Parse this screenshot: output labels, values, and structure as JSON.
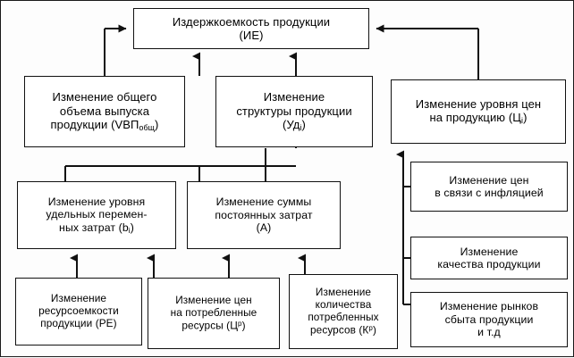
{
  "diagram": {
    "title": "Издержкоемкость продукции (ИЕ)",
    "type": "factor-tree",
    "nodes": {
      "top": {
        "id": "costs-intensity",
        "line1": "Издержкоемкость продукции",
        "line2": "(ИЕ)"
      },
      "volume": {
        "id": "output-volume-change",
        "line1": "Изменение общего",
        "line2": "объема выпуска",
        "line3_pre": "продукции (VBП",
        "line3_sub": "общ",
        "line3_post": ")"
      },
      "structure": {
        "id": "product-structure-change",
        "line1": "Изменение",
        "line2": "структуры продукции",
        "line3_pre": "(Уд",
        "line3_sub": "i",
        "line3_post": ")"
      },
      "price": {
        "id": "product-price-level-change",
        "line1": "Изменение уровня цен",
        "line2_pre": "на продукцию (Ц",
        "line2_sub": "i",
        "line2_post": ")"
      },
      "varcost": {
        "id": "unit-variable-cost-change",
        "line1": "Изменение уровня",
        "line2": "удельных перемен-",
        "line3_pre": "ных затрат (b",
        "line3_sub": "i",
        "line3_post": ")"
      },
      "fixcost": {
        "id": "fixed-cost-sum-change",
        "line1": "Изменение суммы",
        "line2": "постоянных затрат",
        "line3": "(А)"
      },
      "resource": {
        "id": "resource-intensity-change",
        "line1": "Изменение",
        "line2": "ресурсоемкости",
        "line3": "продукции (РЕ)"
      },
      "resprice": {
        "id": "consumed-resource-price-change",
        "line1": "Изменение цен",
        "line2": "на потребленные",
        "line3_pre": "ресурсы (Ц",
        "line3_sup": "р",
        "line3_post": ")"
      },
      "resqty": {
        "id": "consumed-resource-quantity-change",
        "line1": "Изменение",
        "line2": "количества",
        "line3": "потребленных",
        "line4_pre": "ресурсов (К",
        "line4_sup": "р",
        "line4_post": ")"
      },
      "inflation": {
        "id": "inflation-price-change",
        "line1": "Изменение цен",
        "line2": "в связи с инфляцией"
      },
      "quality": {
        "id": "product-quality-change",
        "line1": "Изменение",
        "line2": "качества продукции"
      },
      "markets": {
        "id": "sales-markets-change",
        "line1": "Изменение рынков",
        "line2": "сбыта продукции",
        "line3": "и т.д"
      }
    },
    "colors": {
      "line": "#111111",
      "box_fill": "#ffffff",
      "text": "#000000",
      "frame": "#1a1a1a"
    }
  }
}
